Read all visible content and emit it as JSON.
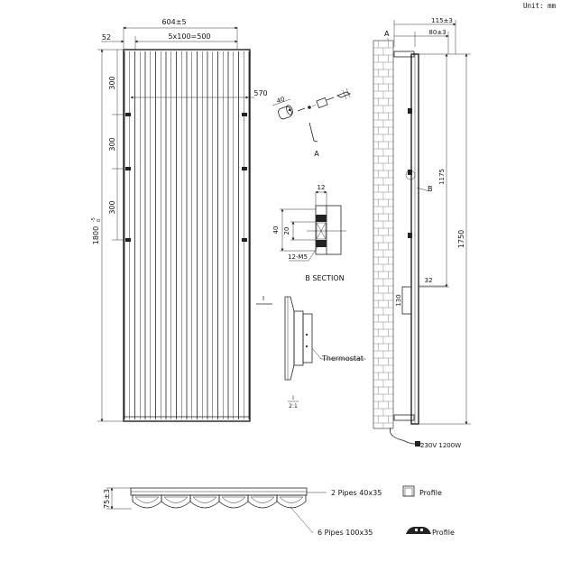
{
  "unit_label": "Unit: mm",
  "front_view": {
    "width_dim": "604±5",
    "side_offset_dim": "52",
    "pitch_dim": "5x100=500",
    "mount_span_dim": "570",
    "height_dim": "1800",
    "height_tolerance": "0",
    "height_tolerance_sup": "-5",
    "bracket_spacing": [
      "300",
      "300",
      "300"
    ]
  },
  "side_view": {
    "depth_outer_dim": "115±3",
    "depth_inner_dim": "80±3",
    "height_dim": "1750",
    "bracket_height_dim": "1175",
    "offset_dim": "32",
    "thermostat_height_dim": "130",
    "detail_a_label": "A",
    "detail_b_label": "B",
    "power_label": "230V 1200W"
  },
  "bracket_detail": {
    "dim": "40",
    "label": "A"
  },
  "section_b": {
    "title": "B SECTION",
    "dim_width": "12",
    "dim_outer": "40",
    "dim_inner": "20",
    "screw": "12-M5"
  },
  "thermostat_detail": {
    "marker": "I",
    "label": "Thermostat",
    "scale_top": "I",
    "scale_bottom": "2:1"
  },
  "top_view": {
    "depth_dim": "75±3",
    "pipes_small": "2 Pipes 40x35",
    "pipes_large": "6 Pipes 100x35",
    "profile_label_1": "Profile",
    "profile_label_2": "Profile"
  }
}
